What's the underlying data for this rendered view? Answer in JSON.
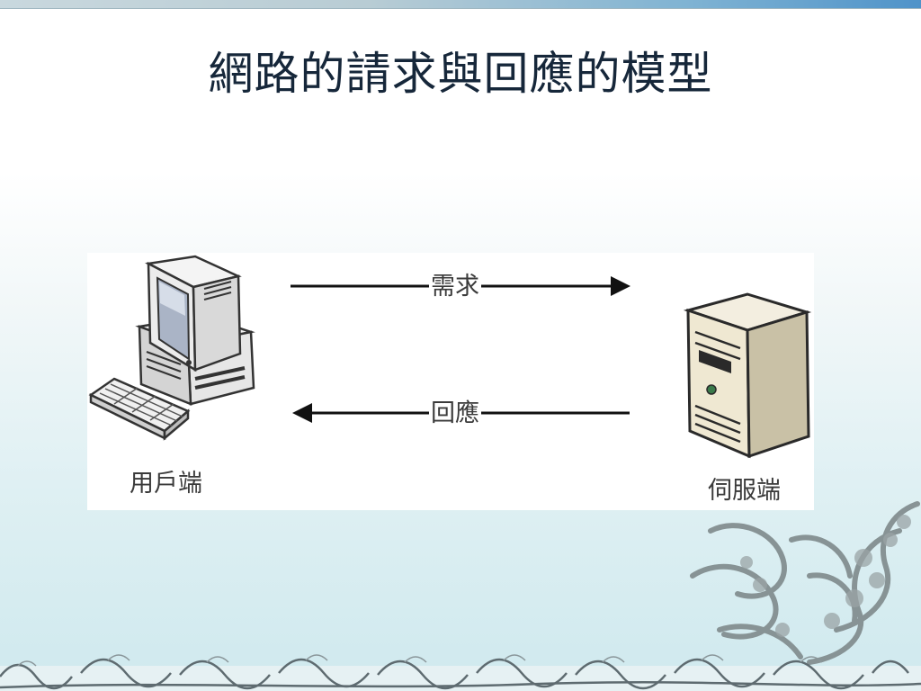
{
  "slide": {
    "title": "網路的請求與回應的模型"
  },
  "diagram": {
    "client_label": "用戶端",
    "server_label": "伺服端",
    "request_label": "需求",
    "response_label": "回應"
  }
}
